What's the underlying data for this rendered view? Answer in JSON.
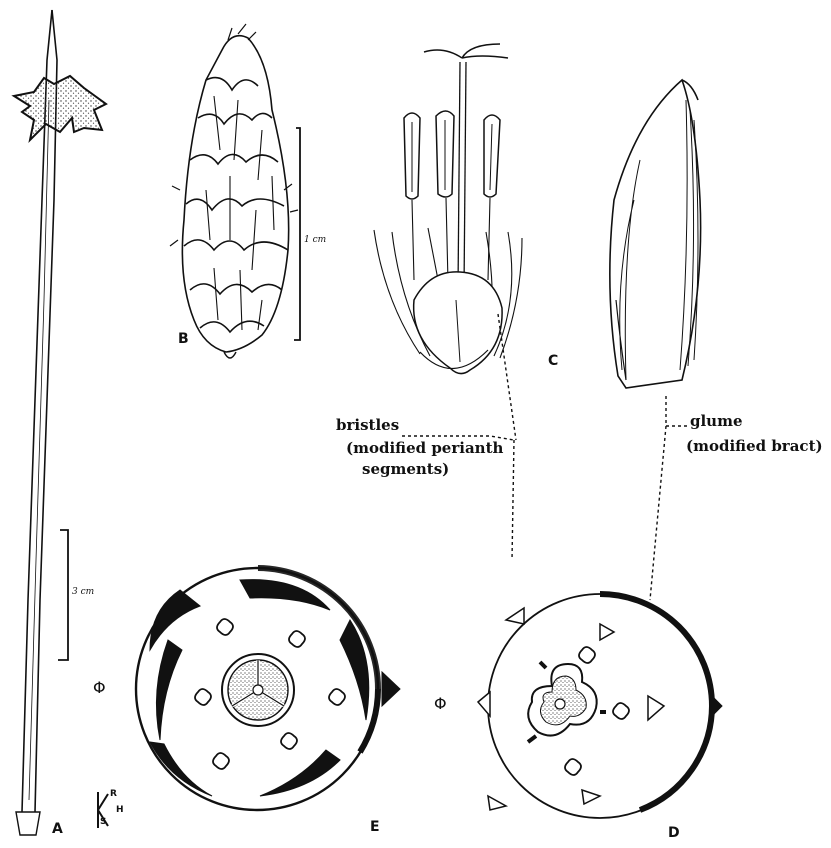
{
  "panels": {
    "a": "A",
    "b": "B",
    "c": "C",
    "d": "D",
    "e": "E"
  },
  "scale_bars": {
    "b": "1 cm",
    "a": "3 cm"
  },
  "labels": {
    "bristles": "bristles",
    "bristles_note_1": "(modified perianth",
    "bristles_note_2": "segments)",
    "glume": "glume",
    "glume_note": "(modified bract)"
  },
  "floral_symbol": "Φ",
  "signature": {
    "k": "K",
    "r": "R",
    "s": "S",
    "h": "H"
  },
  "colors": {
    "ink": "#111111",
    "paper": "#ffffff",
    "stipple": "#444444"
  }
}
